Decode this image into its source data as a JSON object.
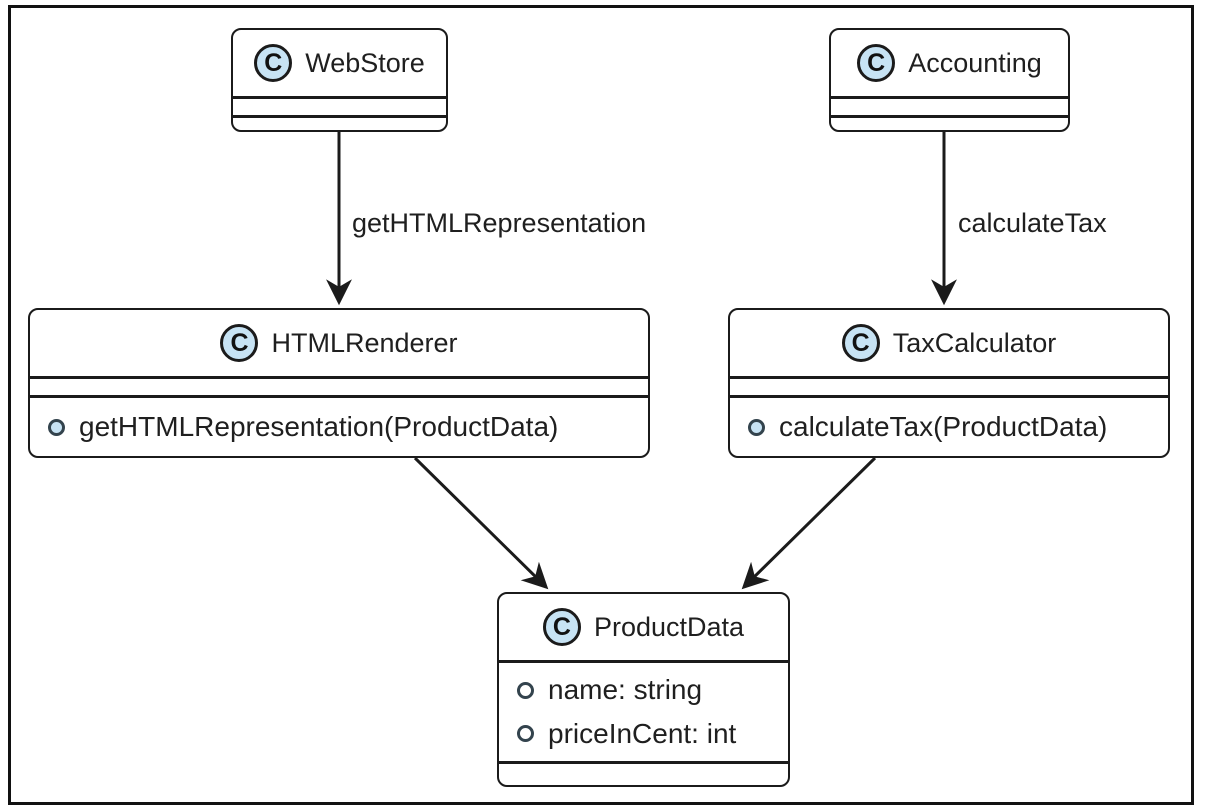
{
  "diagram": {
    "kind": "uml-class-diagram",
    "classes": {
      "webstore": {
        "badge": "C",
        "name": "WebStore"
      },
      "accounting": {
        "badge": "C",
        "name": "Accounting"
      },
      "htmlrenderer": {
        "badge": "C",
        "name": "HTMLRenderer",
        "methods": [
          "getHTMLRepresentation(ProductData)"
        ]
      },
      "taxcalculator": {
        "badge": "C",
        "name": "TaxCalculator",
        "methods": [
          "calculateTax(ProductData)"
        ]
      },
      "productdata": {
        "badge": "C",
        "name": "ProductData",
        "fields": [
          "name: string",
          "priceInCent: int"
        ]
      }
    },
    "edges": [
      {
        "from": "WebStore",
        "to": "HTMLRenderer",
        "label": "getHTMLRepresentation"
      },
      {
        "from": "Accounting",
        "to": "TaxCalculator",
        "label": "calculateTax"
      },
      {
        "from": "HTMLRenderer",
        "to": "ProductData",
        "label": ""
      },
      {
        "from": "TaxCalculator",
        "to": "ProductData",
        "label": ""
      }
    ],
    "colors": {
      "badge_fill": "#c7e3f4",
      "line": "#1b1b1b",
      "background": "#ffffff"
    }
  }
}
